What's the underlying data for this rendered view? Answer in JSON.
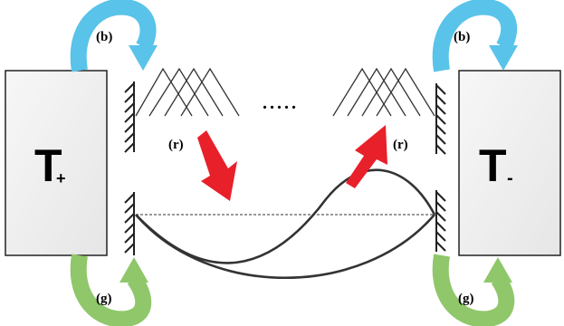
{
  "reservoirs": {
    "left": {
      "main": "T",
      "sub": "+"
    },
    "right": {
      "main": "T",
      "sub": "-"
    }
  },
  "labels": {
    "bath_left": "(b)",
    "bath_right": "(b)",
    "gain_left": "(g)",
    "gain_right": "(g)",
    "red_left": "(r)",
    "red_right": "(r)",
    "dots": "....."
  },
  "colors": {
    "box_fill": "#f2f2f2",
    "box_stroke": "#222222",
    "blue_arrow": "#59c3ea",
    "green_arrow": "#8fc76a",
    "red_arrow": "#e8202a",
    "string": "#333333",
    "dashed_line": "#333333"
  }
}
